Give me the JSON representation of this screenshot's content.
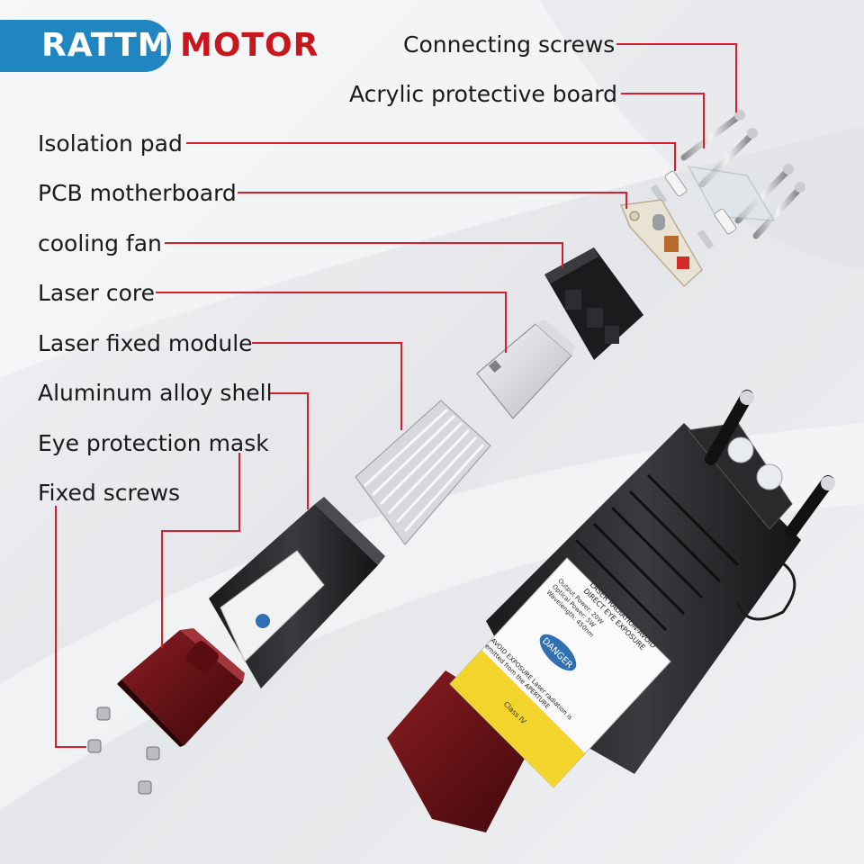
{
  "brand": {
    "name_left": "RATTM",
    "name_right": "MOTOR",
    "pill_color": "#1f86c2",
    "right_color": "#c8161d"
  },
  "leader_color": "#d81e2c",
  "labels": [
    {
      "id": "connecting-screws",
      "text": "Connecting screws"
    },
    {
      "id": "acrylic-protective-board",
      "text": "Acrylic protective board"
    },
    {
      "id": "isolation-pad",
      "text": "Isolation pad"
    },
    {
      "id": "pcb-motherboard",
      "text": "PCB motherboard"
    },
    {
      "id": "cooling-fan",
      "text": "cooling fan"
    },
    {
      "id": "laser-core",
      "text": "Laser core"
    },
    {
      "id": "laser-fixed-module",
      "text": "Laser fixed module"
    },
    {
      "id": "aluminum-alloy-shell",
      "text": "Aluminum alloy shell"
    },
    {
      "id": "eye-protection-mask",
      "text": "Eye protection mask"
    },
    {
      "id": "fixed-screws",
      "text": "Fixed screws"
    }
  ],
  "sticker": {
    "line1": "LASER RADIATION-AVOID",
    "line2": "DIRECT EYE EXPOSURE",
    "output_power": "Output Power: 20W",
    "optical_power": "Optical Power: 5W",
    "wavelength": "Wavelength: 450nm",
    "badge": "DANGER",
    "avoid1": "AVOID EXPOSURE Laser radiation is",
    "avoid2": "emitted from the APERTURE",
    "class": "Class IV"
  }
}
